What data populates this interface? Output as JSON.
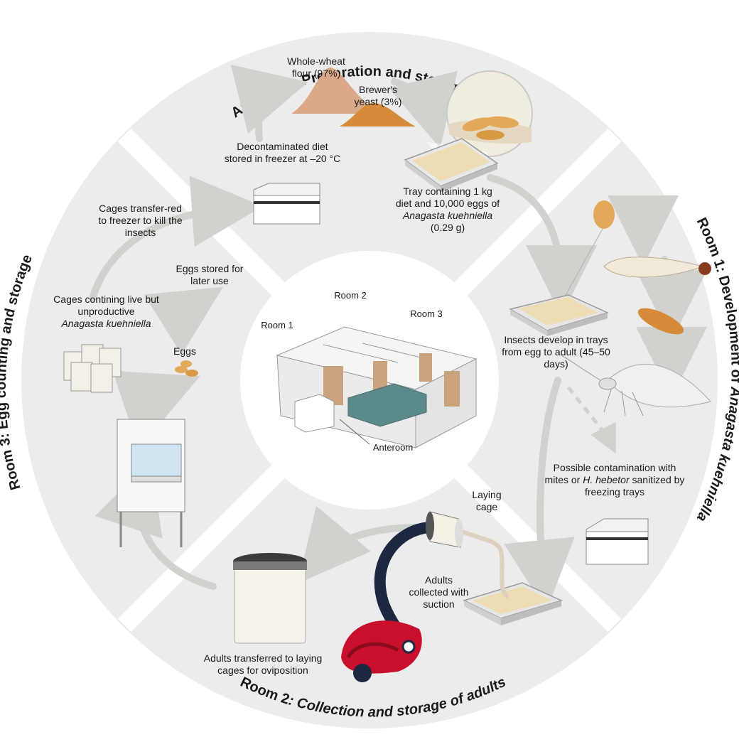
{
  "titles": {
    "top": "Anteroom: Preparation and storage of diet",
    "right_prefix": "Room 1: Development of ",
    "right_species": "Anagasta kuehniella",
    "bottom_prefix": "Room 2",
    "bottom_suffix": ": Collection and storage of adults",
    "left": "Room 3: Egg counting and storage"
  },
  "labels": {
    "flour": "Whole-wheat flour (97%)",
    "yeast": "Brewer's yeast (3%)",
    "decontaminated": "Decontaminated diet stored in freezer at –20 °C",
    "tray_a": "Tray containing 1 kg diet and 10,000 eggs of",
    "tray_species": "Anagasta kuehniella",
    "tray_b": "(0.29 g)",
    "cages_transferred": "Cages transfer-red to freezer to kill the insects",
    "eggs_stored": "Eggs stored for later use",
    "cages_live_a": "Cages contining live but unproductive",
    "cages_live_species": "Anagasta kuehniella",
    "eggs": "Eggs",
    "insects_develop": "Insects develop in trays from egg to adult (45–50 days)",
    "contam_a": "Possible contamination with mites or ",
    "contam_species": "H. hebetor",
    "contam_b": " sanitized by freezing trays",
    "laying_cage": "Laying cage",
    "adults_collected": "Adults collected with suction",
    "adults_transferred": "Adults transferred to laying cages for oviposition",
    "room1": "Room 1",
    "room2": "Room 2",
    "room3": "Room 3",
    "anteroom": "Anteroom"
  },
  "colors": {
    "ring": "#e9e9e9",
    "arrow": "#cfd2cd",
    "flour": "#dba98a",
    "yeast": "#d58a3c",
    "egg": "#e3a95a",
    "vacuum": "#c8102e",
    "door": "#c9a27e"
  }
}
